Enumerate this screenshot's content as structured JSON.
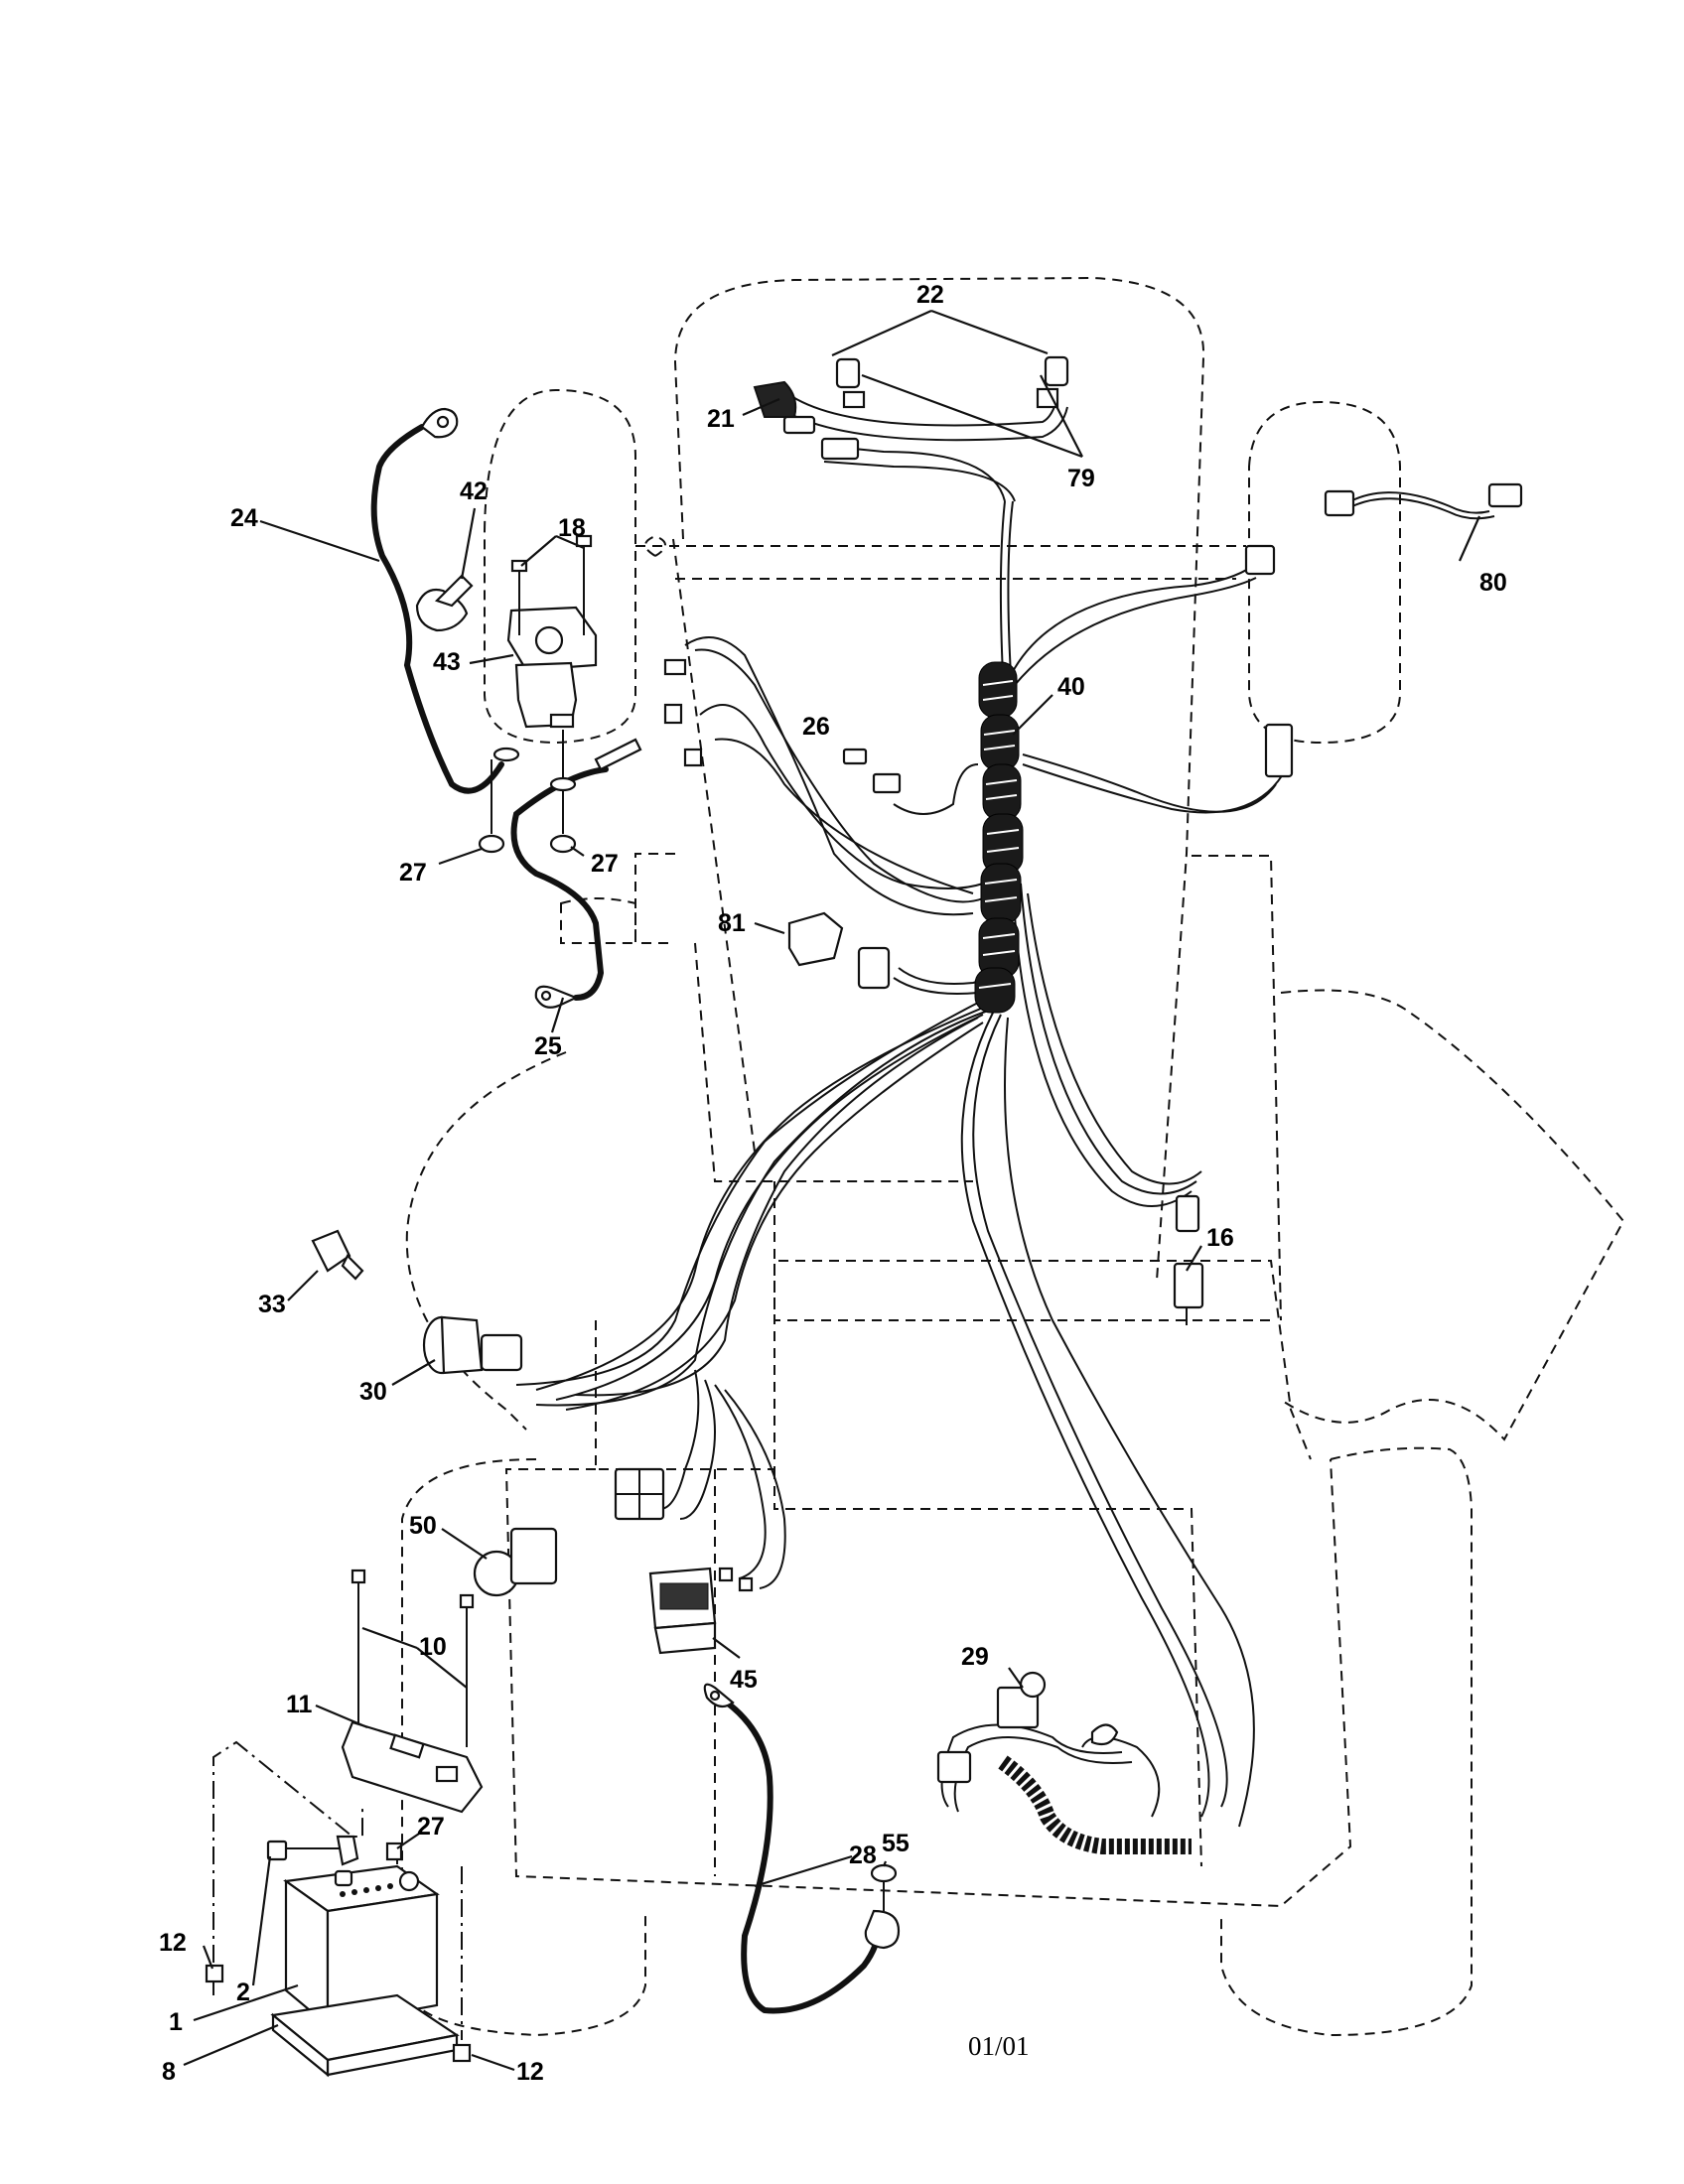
{
  "diagram": {
    "callouts": {
      "c22": "22",
      "c21": "21",
      "c79": "79",
      "c80": "80",
      "c24": "24",
      "c42": "42",
      "c18": "18",
      "c43": "43",
      "c40": "40",
      "c26": "26",
      "c27a": "27",
      "c27b": "27",
      "c81": "81",
      "c25": "25",
      "c16": "16",
      "c33": "33",
      "c30": "30",
      "c50": "50",
      "c10": "10",
      "c11": "11",
      "c45": "45",
      "c29": "29",
      "c27c": "27",
      "c55": "55",
      "c28": "28",
      "c12a": "12",
      "c2": "2",
      "c1": "1",
      "c8": "8",
      "c12b": "12"
    },
    "footer": "01/01"
  }
}
